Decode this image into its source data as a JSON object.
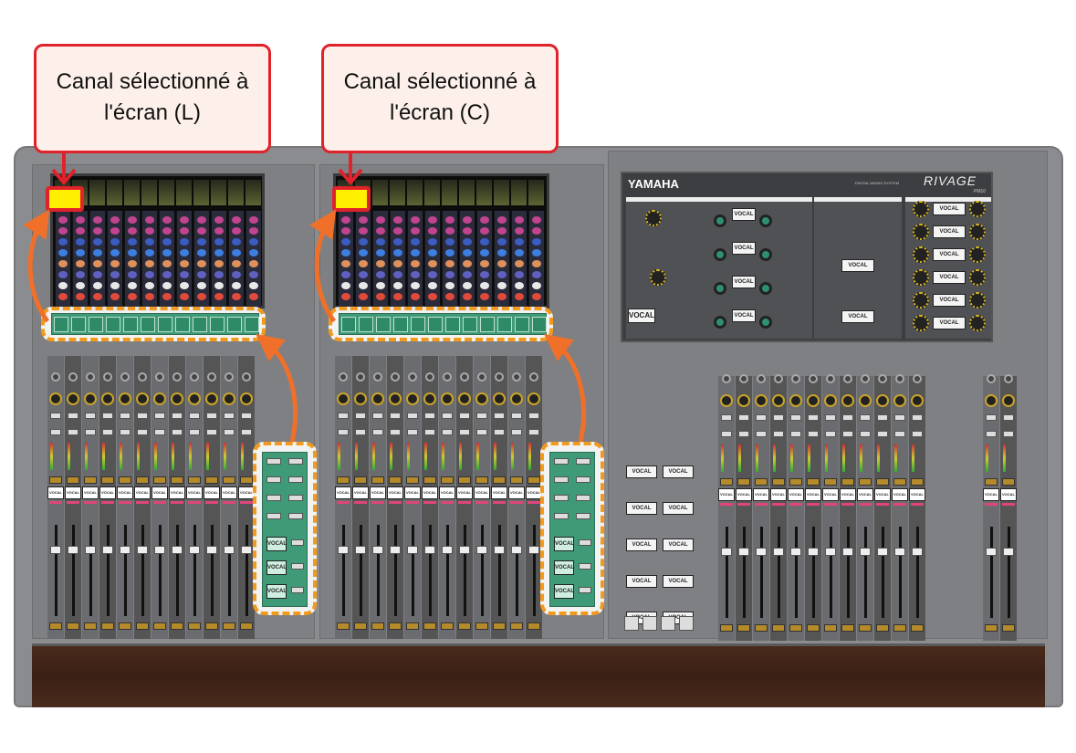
{
  "callouts": {
    "left": {
      "line1": "Canal sélectionné à",
      "line2": "l'écran (L)"
    },
    "center": {
      "line1": "Canal sélectionné à",
      "line2": "l'écran (C)"
    }
  },
  "console": {
    "brand": "YAMAHA",
    "system": "DIGITAL MIXING SYSTEM",
    "model": "RIVAGE",
    "model_sub": "PM10",
    "channel_label": "VOCAL"
  },
  "colors": {
    "highlight_fill": "#ffef00",
    "highlight_border": "#e0222b",
    "dashed_border": "#f39a1d",
    "arrow": "#f0702a"
  }
}
